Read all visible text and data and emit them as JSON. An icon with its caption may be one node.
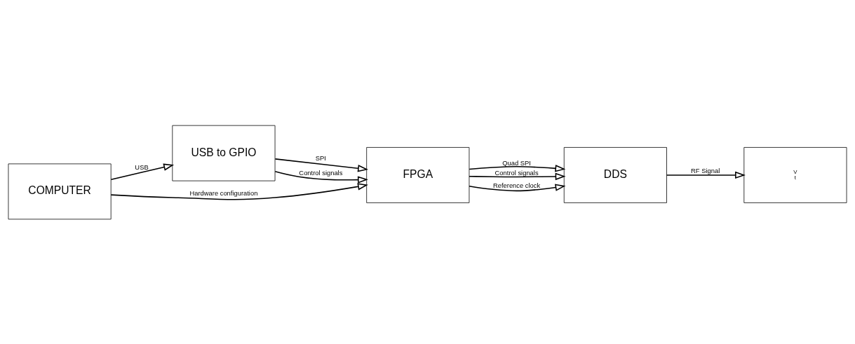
{
  "diagram": {
    "nodes": [
      {
        "text": [
          "USB to GPIO"
        ]
      },
      {
        "text": [
          "FPGA"
        ]
      },
      {
        "text": [
          "DDS"
        ]
      },
      {
        "text": [
          "COMPUTER"
        ]
      },
      {
        "text": [
          "V",
          "t"
        ]
      }
    ],
    "edges": [
      {
        "from": 0,
        "to": 1,
        "arrow": "to",
        "label": "SPI"
      },
      {
        "from": 0,
        "to": 1,
        "arrow": "to",
        "label": "Control signals"
      },
      {
        "from": 1,
        "to": 2,
        "arrow": "to",
        "label": "Quad SPI"
      },
      {
        "from": 1,
        "to": 2,
        "arrow": "to",
        "label": "Control signals"
      },
      {
        "from": 1,
        "to": 2,
        "arrow": "to",
        "label": "Reference clock"
      },
      {
        "from": 3,
        "to": 0,
        "arrow": "to",
        "label": "USB"
      },
      {
        "from": 3,
        "to": 1,
        "arrow": "to",
        "label": "Hardware configuration"
      },
      {
        "from": 2,
        "to": 4,
        "arrow": "to",
        "label": "RF Signal"
      }
    ]
  }
}
